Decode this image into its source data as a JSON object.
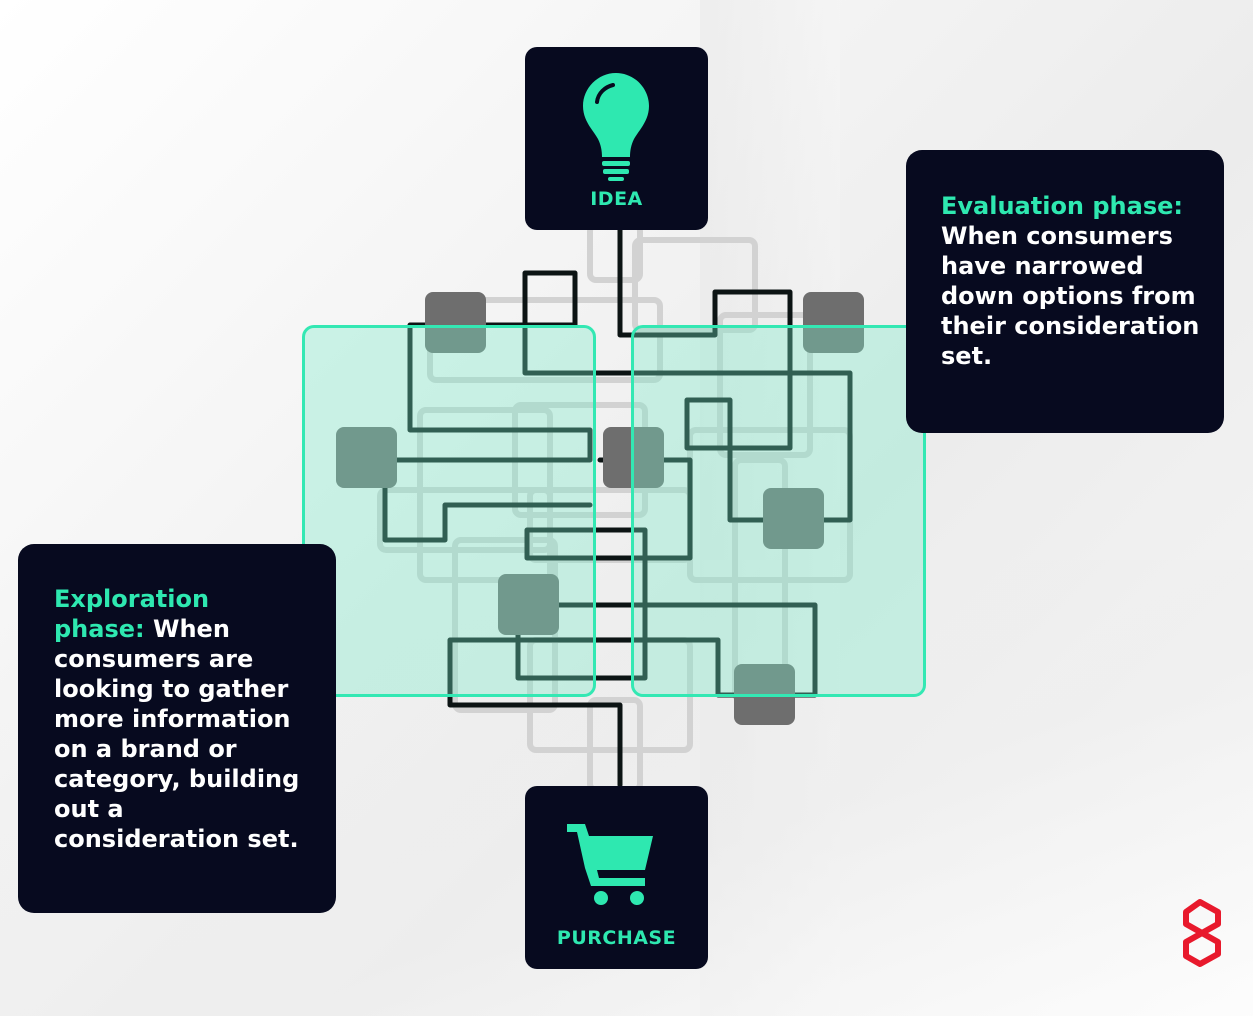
{
  "nodes": {
    "idea": {
      "label": "IDEA",
      "icon": "lightbulb-icon"
    },
    "purchase": {
      "label": "PURCHASE",
      "icon": "shopping-cart-icon"
    }
  },
  "phases": {
    "evaluation": {
      "heading": "Evaluation phase:",
      "body": "When consumers have narrowed down options from their consideration set."
    },
    "exploration": {
      "heading": "Exploration phase:",
      "body": "When consumers are looking to gather more information on a brand or category, building out a consideration set."
    }
  },
  "colors": {
    "dark": "#070a1f",
    "accent": "#2ee8b0",
    "logo": "#e8192c"
  },
  "logo": {
    "icon": "brand-logo-icon"
  }
}
